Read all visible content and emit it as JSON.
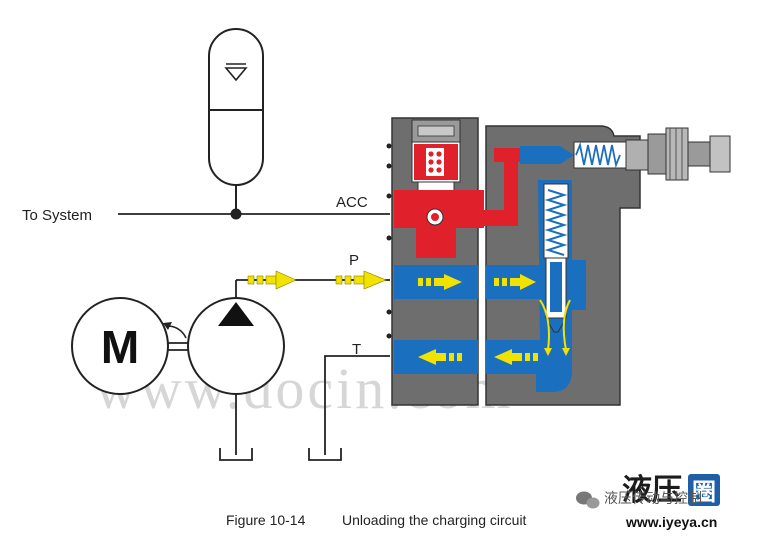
{
  "labels": {
    "to_system": "To System",
    "acc": "ACC",
    "p": "P",
    "t": "T",
    "motor": "M"
  },
  "caption": {
    "figure": "Figure 10-14",
    "title": "Unloading the charging circuit"
  },
  "watermark": "www.docin.com",
  "logo": {
    "chars": "液压",
    "box_char": "圈",
    "url": "www.iyeya.cn",
    "wechat_text": "液压传动与控制",
    "wechat_icon": "wechat-icon"
  },
  "colors": {
    "body": "#6e6e6e",
    "cavity": "#ffffff",
    "pressure": "#e0202a",
    "flow": "#1b6fbf",
    "arrow": "#f2e200",
    "line": "#222222",
    "watermark": "#d6d6d6",
    "logo_box": "#1f5fa8"
  }
}
